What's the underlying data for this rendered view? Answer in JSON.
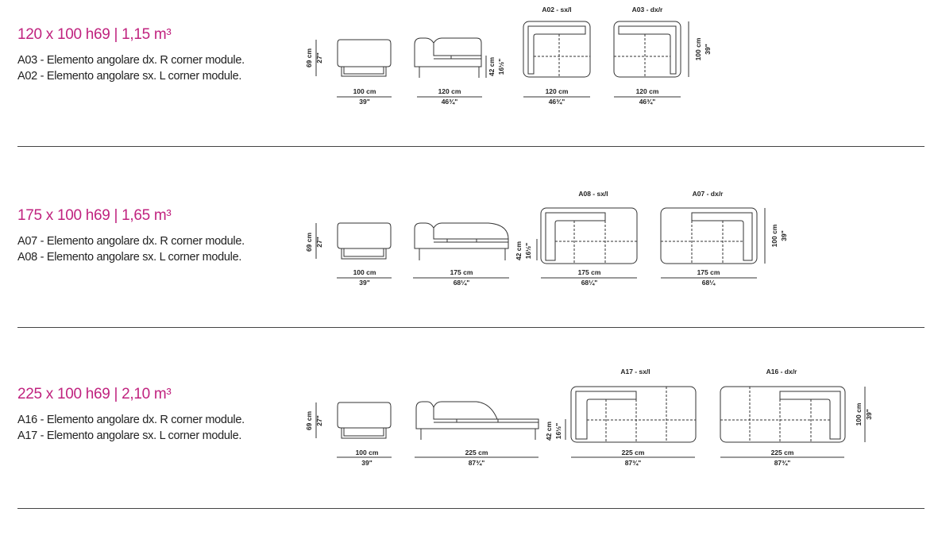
{
  "sections": [
    {
      "title": "120 x 100 h69  |  1,15 m³",
      "line1": "A03 - Elemento angolare dx. R corner module.",
      "line2": "A02 - Elemento angolare sx. L corner module.",
      "side_width": "100 cm",
      "side_width_in": "39\"",
      "height_cm": "69 cm",
      "height_in": "27\"",
      "front_width": "120 cm",
      "front_width_in": "46¾\"",
      "seat_cm": "42 cm",
      "seat_in": "16½\"",
      "left_label": "A02 - sx/l",
      "left_width": "120 cm",
      "left_width_in": "46¾\"",
      "right_label": "A03 - dx/r",
      "right_width": "120 cm",
      "right_width_in": "46¾\"",
      "depth_cm": "100 cm",
      "depth_in": "39\""
    },
    {
      "title": "175 x 100 h69  |  1,65 m³",
      "line1": "A07 - Elemento angolare dx. R corner module.",
      "line2": "A08 - Elemento angolare sx. L corner module.",
      "side_width": "100 cm",
      "side_width_in": "39\"",
      "height_cm": "69 cm",
      "height_in": "27\"",
      "front_width": "175 cm",
      "front_width_in": "68¼\"",
      "seat_cm": "42 cm",
      "seat_in": "16½\"",
      "left_label": "A08 - sx/l",
      "left_width": "175 cm",
      "left_width_in": "68¼\"",
      "right_label": "A07 - dx/r",
      "right_width": "175 cm",
      "right_width_in": "68¼",
      "depth_cm": "100 cm",
      "depth_in": "39\""
    },
    {
      "title": "225 x 100 h69  |  2,10 m³",
      "line1": "A16 - Elemento angolare dx. R corner module.",
      "line2": "A17 - Elemento angolare sx. L corner module.",
      "side_width": "100 cm",
      "side_width_in": "39\"",
      "height_cm": "69 cm",
      "height_in": "27\"",
      "front_width": "225 cm",
      "front_width_in": "87¾\"",
      "seat_cm": "42 cm",
      "seat_in": "16½\"",
      "left_label": "A17 - sx/l",
      "left_width": "225 cm",
      "left_width_in": "87¾\"",
      "right_label": "A16 - dx/r",
      "right_width": "225 cm",
      "right_width_in": "87¾\"",
      "depth_cm": "100 cm",
      "depth_in": "39\""
    }
  ]
}
